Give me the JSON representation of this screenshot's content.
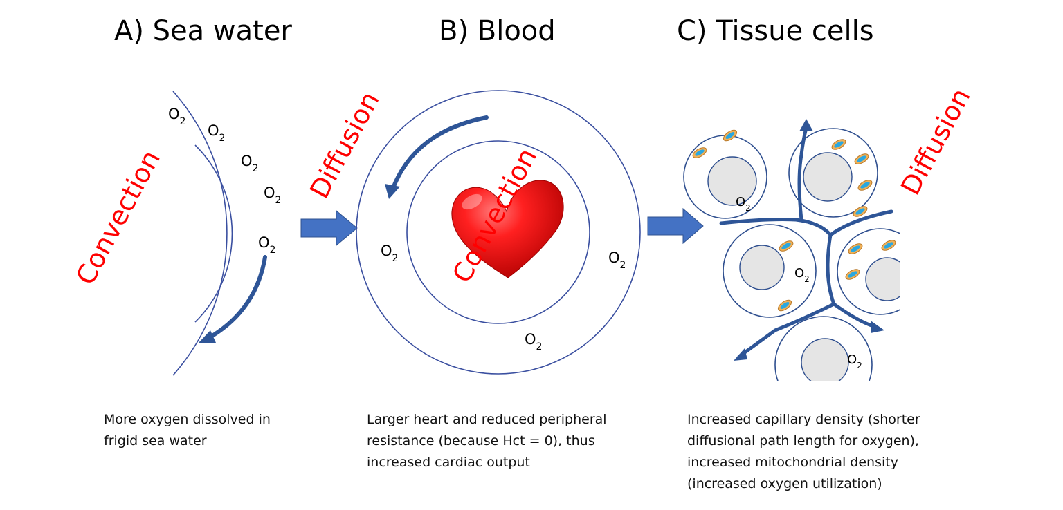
{
  "panels": {
    "a": {
      "title": "A) Sea water",
      "caption": "More oxygen dissolved in\nfrigid sea water",
      "process_label": "Convection"
    },
    "b": {
      "title": "B) Blood",
      "caption": "Larger heart and reduced peripheral\nresistance (because Hct = 0), thus\nincreased cardiac output",
      "process_label": "Convection"
    },
    "c": {
      "title": "C) Tissue cells",
      "caption": "Increased capillary density (shorter\ndiffusional path length for oxygen),\nincreased mitochondrial density\n(increased oxygen utilization)",
      "process_label": "Diffusion"
    }
  },
  "transfer_label_ab": "Diffusion",
  "oxygen": {
    "base": "O",
    "subscript": "2"
  },
  "colors": {
    "accent_red": "#ff0000",
    "arrow_blue": "#4472c4",
    "vessel_blue": "#2e5597",
    "ring_blue": "#3a4fa0",
    "nucleus_gray": "#e5e5e5",
    "heart_red": "#e8141a"
  },
  "icons": [
    "heart-icon",
    "mitochondrion-icon",
    "block-arrow-icon",
    "curved-arrow-icon"
  ]
}
